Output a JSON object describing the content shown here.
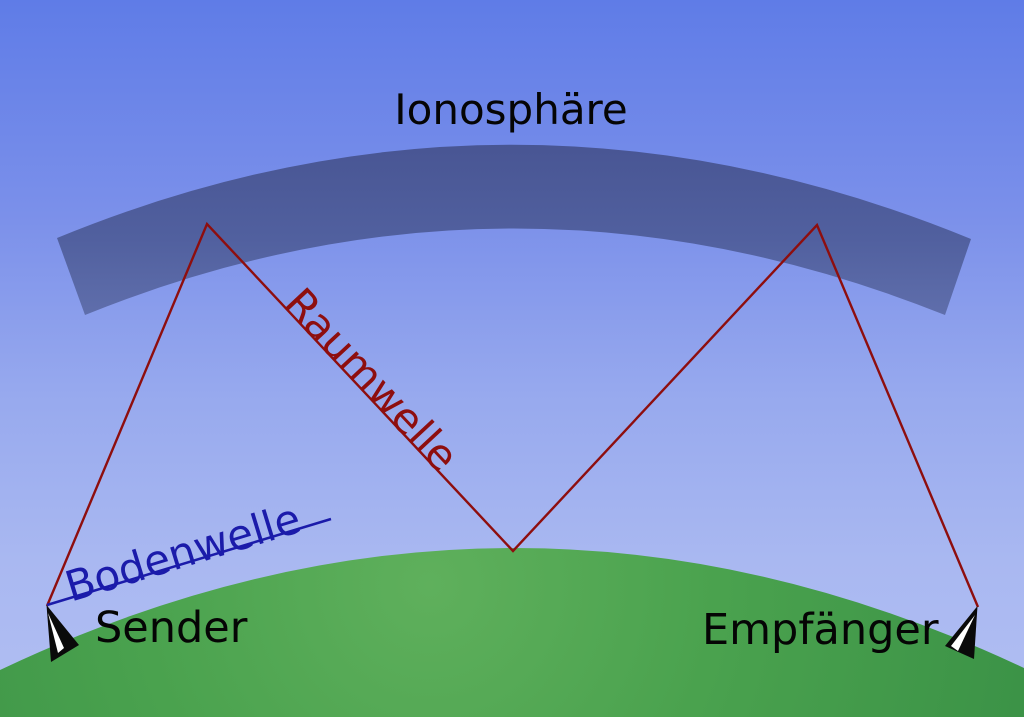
{
  "diagram": {
    "title": "Ionosphäre",
    "labels": {
      "skywave": "Raumwelle",
      "groundwave": "Bodenwelle",
      "transmitter": "Sender",
      "receiver": "Empfänger"
    },
    "colors": {
      "sky_top": "#5f7ce7",
      "sky_horizon": "#b1bef3",
      "ionosphere_band_top": "#485593",
      "ionosphere_band_bottom": "#606fac",
      "ground_green": "#4aa24e",
      "skywave_line": "#8e0e0e",
      "groundwave_line": "#1b1baa",
      "label_text": "#050505",
      "antenna_black": "#0a0a0a",
      "antenna_highlight": "#ffffff"
    }
  }
}
